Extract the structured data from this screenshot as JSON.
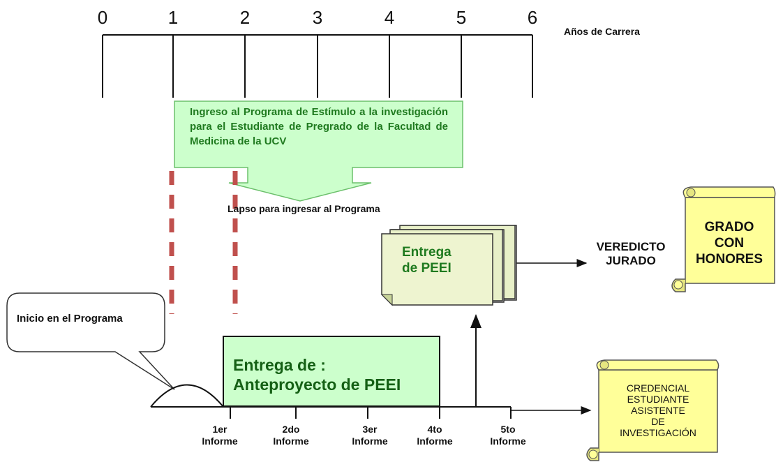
{
  "timeline": {
    "years": [
      "0",
      "1",
      "2",
      "3",
      "4",
      "5",
      "6"
    ],
    "caption": "Años de Carrera"
  },
  "ingreso_box": {
    "text": "Ingreso al Programa de Estímulo a la investigación para el Estudiante de Pregrado de la Facultad de Medicina de la UCV"
  },
  "lapso_label": "Lapso para ingresar al Programa",
  "inicio_callout": "Inicio en el Programa",
  "anteproyecto_box": {
    "line1": "Entrega de :",
    "line2": "Anteproyecto de PEEI"
  },
  "peei_stack": {
    "line1": "Entrega",
    "line2": "de PEEI"
  },
  "informes": [
    {
      "line1": "1er",
      "line2": "Informe"
    },
    {
      "line1": "2do",
      "line2": "Informe"
    },
    {
      "line1": "3er",
      "line2": "Informe"
    },
    {
      "line1": "4to",
      "line2": "Informe"
    },
    {
      "line1": "5to",
      "line2": "Informe"
    }
  ],
  "veredicto": {
    "line1": "VEREDICTO",
    "line2": "JURADO"
  },
  "grado_scroll": {
    "line1": "GRADO",
    "line2": "CON",
    "line3": "HONORES"
  },
  "credencial_scroll": {
    "line1": "CREDENCIAL",
    "line2": "ESTUDIANTE",
    "line3": "ASISTENTE",
    "line4": "DE",
    "line5": "INVESTIGACIÓN"
  },
  "colors": {
    "green_fill": "#ccffcc",
    "green_text": "#1f7a1f",
    "dash_red": "#c0504d",
    "scroll_yellow": "#ffff99",
    "peei_fill": "#e8f0c8"
  }
}
